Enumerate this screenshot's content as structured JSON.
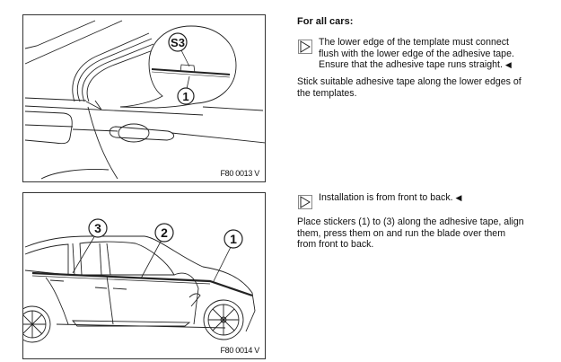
{
  "figure1": {
    "code": "F80 0013 V",
    "callouts": [
      "S3",
      "1"
    ]
  },
  "figure2": {
    "code": "F80 0014 V",
    "callouts": [
      "3",
      "2",
      "1"
    ]
  },
  "section1": {
    "heading": "For all cars:",
    "note_icon": "note-arrow-icon",
    "note_lines": [
      "The lower edge of the template must connect",
      "flush with the lower edge of the adhesive tape.",
      "Ensure that the adhesive tape runs straight."
    ],
    "end_marker": "◀",
    "paragraph_lines": [
      "Stick suitable adhesive tape along the lower edges of",
      "the templates."
    ]
  },
  "section2": {
    "note_icon": "note-arrow-icon",
    "note": "Installation is from front to back.",
    "end_marker": "◀",
    "paragraph_lines": [
      "Place stickers (1) to (3) along the adhesive tape, align",
      "them, press them on and run the blade over them",
      "from front to back."
    ]
  }
}
